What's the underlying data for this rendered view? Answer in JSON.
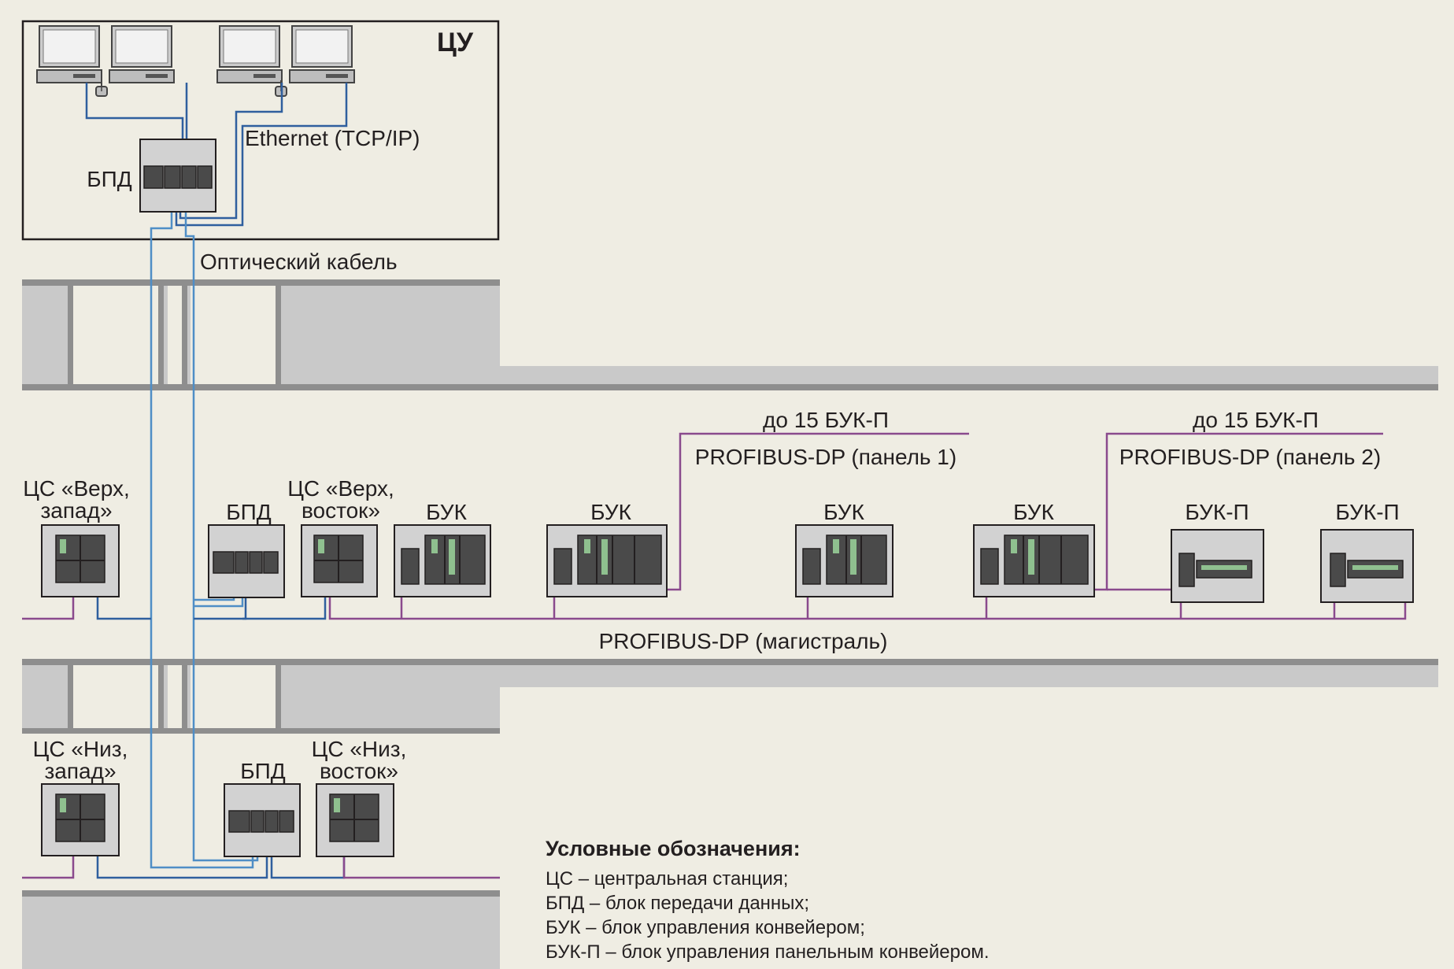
{
  "colors": {
    "background": "#efede3",
    "ethernet_line": "#2f5f9e",
    "optical_line": "#4f8ec6",
    "profibus_line": "#8a4a8d",
    "floor_fill": "#c9c9c9",
    "floor_line": "#8e8e8e",
    "device_box": "#d2d2d2",
    "module_dark": "#4a4a4a",
    "indicator_green": "#8fc08f"
  },
  "control_room": {
    "title": "ЦУ",
    "workstation_count": 4
  },
  "network_labels": {
    "ethernet": "Ethernet (TCP/IP)",
    "optical": "Оптический кабель",
    "profibus_main": "PROFIBUS-DP (магистраль)",
    "panel1_bus": "PROFIBUS-DP (панель 1)",
    "panel1_limit": "до 15 БУК-П",
    "panel2_bus": "PROFIBUS-DP (панель 2)",
    "panel2_limit": "до 15 БУК-П"
  },
  "devices": {
    "bpd_cu": "БПД",
    "cs_top_west_1": "ЦС «Верх,",
    "cs_top_west_2": "запад»",
    "bpd_top": "БПД",
    "cs_top_east_1": "ЦС «Верх,",
    "cs_top_east_2": "восток»",
    "buk_1": "БУК",
    "buk_2": "БУК",
    "buk_3": "БУК",
    "buk_4": "БУК",
    "bukp_1": "БУК-П",
    "bukp_2": "БУК-П",
    "cs_bottom_west_1": "ЦС «Низ,",
    "cs_bottom_west_2": "запад»",
    "bpd_bottom": "БПД",
    "cs_bottom_east_1": "ЦС «Низ,",
    "cs_bottom_east_2": "восток»"
  },
  "legend": {
    "title": "Условные обозначения:",
    "items": [
      "ЦС – центральная станция;",
      "БПД – блок передачи данных;",
      "БУК – блок управления конвейером;",
      "БУК-П – блок управления панельным конвейером."
    ]
  }
}
